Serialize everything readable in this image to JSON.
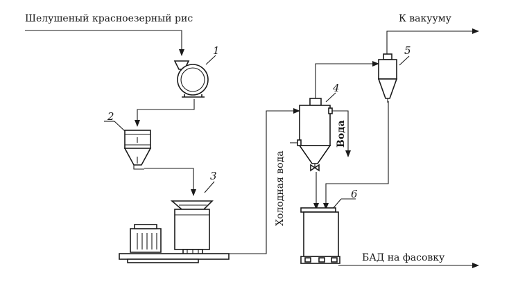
{
  "labels": {
    "input": "Шелушеный красноезерный рис",
    "vacuum": "К вакууму",
    "cold_water": "Холодная вода",
    "water": "Вода",
    "output": "БАД на фасовку"
  },
  "equipment_numbers": [
    "1",
    "2",
    "3",
    "4",
    "5",
    "6"
  ],
  "colors": {
    "line": "#1a1a1a",
    "background": "#ffffff"
  }
}
